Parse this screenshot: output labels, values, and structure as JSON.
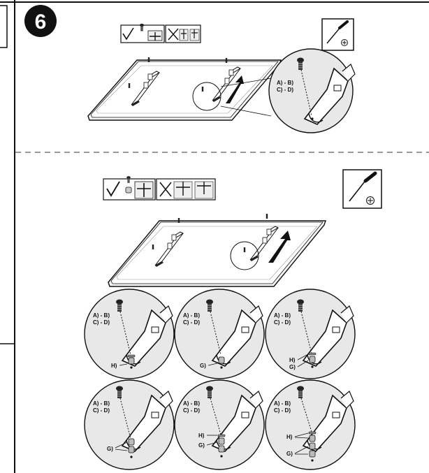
{
  "step": {
    "number": "6"
  },
  "labels": {
    "ab": "A) - B)",
    "cd": "C) - D)",
    "g": "G)",
    "h": "H)"
  },
  "icons": {
    "correct_mark": "checkmark-icon",
    "wrong_mark": "cross-icon",
    "tool": "phillips-screwdriver-icon"
  },
  "colors": {
    "ink": "#111111",
    "dash": "#999999",
    "panel": "#f4f4f4"
  }
}
